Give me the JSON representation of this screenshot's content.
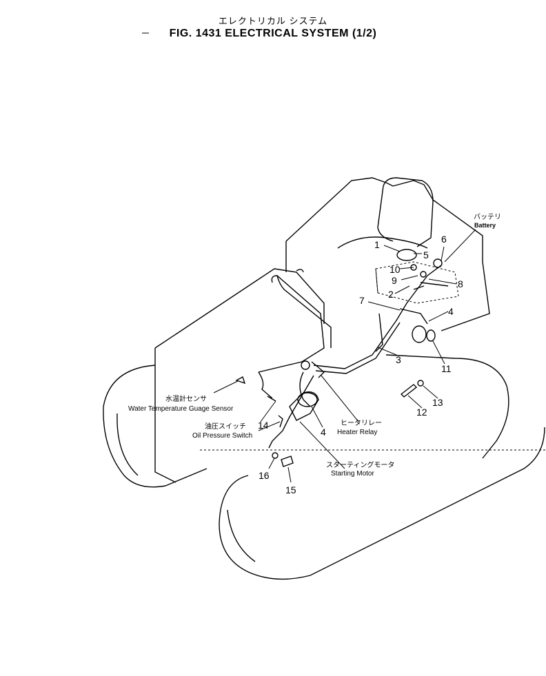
{
  "header": {
    "title_jp": "エレクトリカル システム",
    "title_en": "FIG. 1431  ELECTRICAL SYSTEM (1/2)"
  },
  "callouts": {
    "n1": "1",
    "n2": "2",
    "n3": "3",
    "n4a": "4",
    "n4b": "4",
    "n5": "5",
    "n6": "6",
    "n7": "7",
    "n8": "8",
    "n9": "9",
    "n10": "10",
    "n11": "11",
    "n12": "12",
    "n13": "13",
    "n14": "14",
    "n15": "15",
    "n16": "16"
  },
  "labels": {
    "battery_jp": "バッテリ",
    "battery_en": "Battery",
    "water_jp": "水温計センサ",
    "water_en": "Water Temperature Guage Sensor",
    "oil_jp": "油圧スイッチ",
    "oil_en": "Oil Pressure Switch",
    "heater_jp": "ヒータリレー",
    "heater_en": "Heater Relay",
    "starting_jp": "スターティングモータ",
    "starting_en": "Starting Motor"
  }
}
